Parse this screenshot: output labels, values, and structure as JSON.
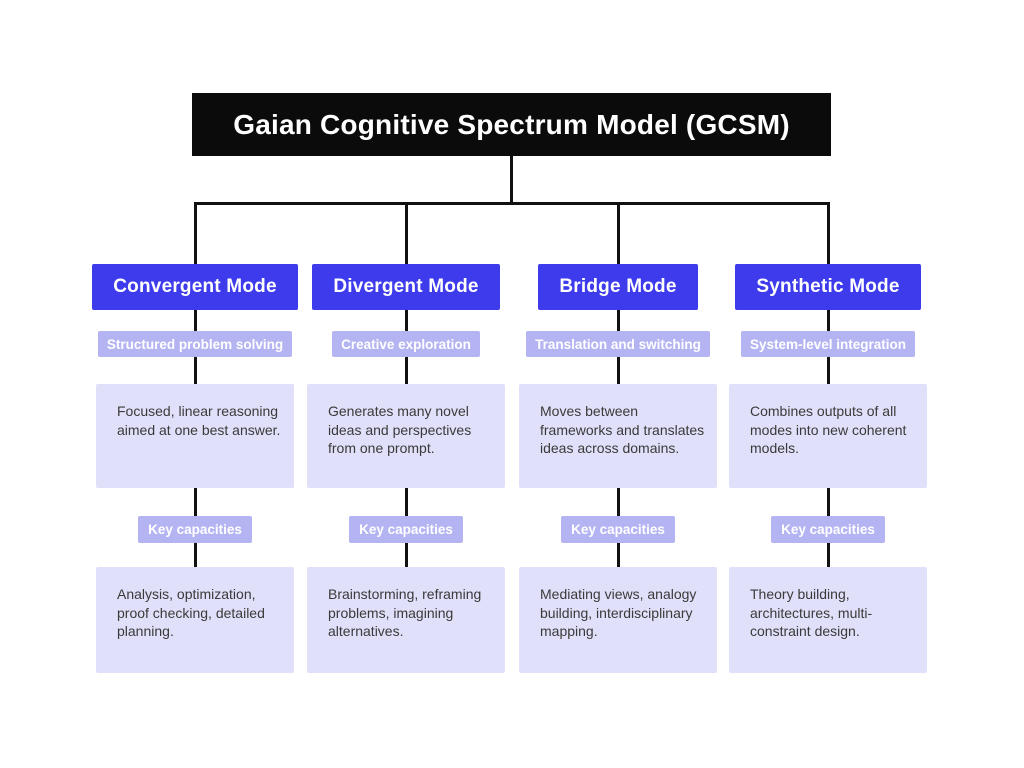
{
  "diagram": {
    "title": "Gaian Cognitive Spectrum Model (GCSM)",
    "key_capacities_label": "Key capacities",
    "colors": {
      "background": "#ffffff",
      "title_bg": "#0b0b0b",
      "title_text": "#ffffff",
      "mode_header_bg": "#3d3bec",
      "mode_header_text": "#ffffff",
      "chip_bg": "#b5b4f3",
      "chip_text": "#ffffff",
      "detail_box_bg": "#e0e0fa",
      "detail_box_text": "#3a3a3a",
      "connector_line": "#111111"
    },
    "columns": [
      {
        "mode": "Convergent Mode",
        "subtitle": "Structured problem solving",
        "description": "Focused, linear reasoning aimed at one best answer.",
        "capacities": "Analysis, optimization, proof checking, detailed planning."
      },
      {
        "mode": "Divergent Mode",
        "subtitle": "Creative exploration",
        "description": "Generates many novel ideas and perspectives from one prompt.",
        "capacities": "Brainstorming, reframing problems, imagining alternatives."
      },
      {
        "mode": "Bridge Mode",
        "subtitle": "Translation and switching",
        "description": "Moves between frameworks and translates ideas across domains.",
        "capacities": "Mediating views, analogy building, interdisciplinary mapping."
      },
      {
        "mode": "Synthetic Mode",
        "subtitle": "System-level integration",
        "description": "Combines outputs of all modes into new coherent models.",
        "capacities": "Theory building, architectures, multi-constraint design."
      }
    ]
  }
}
